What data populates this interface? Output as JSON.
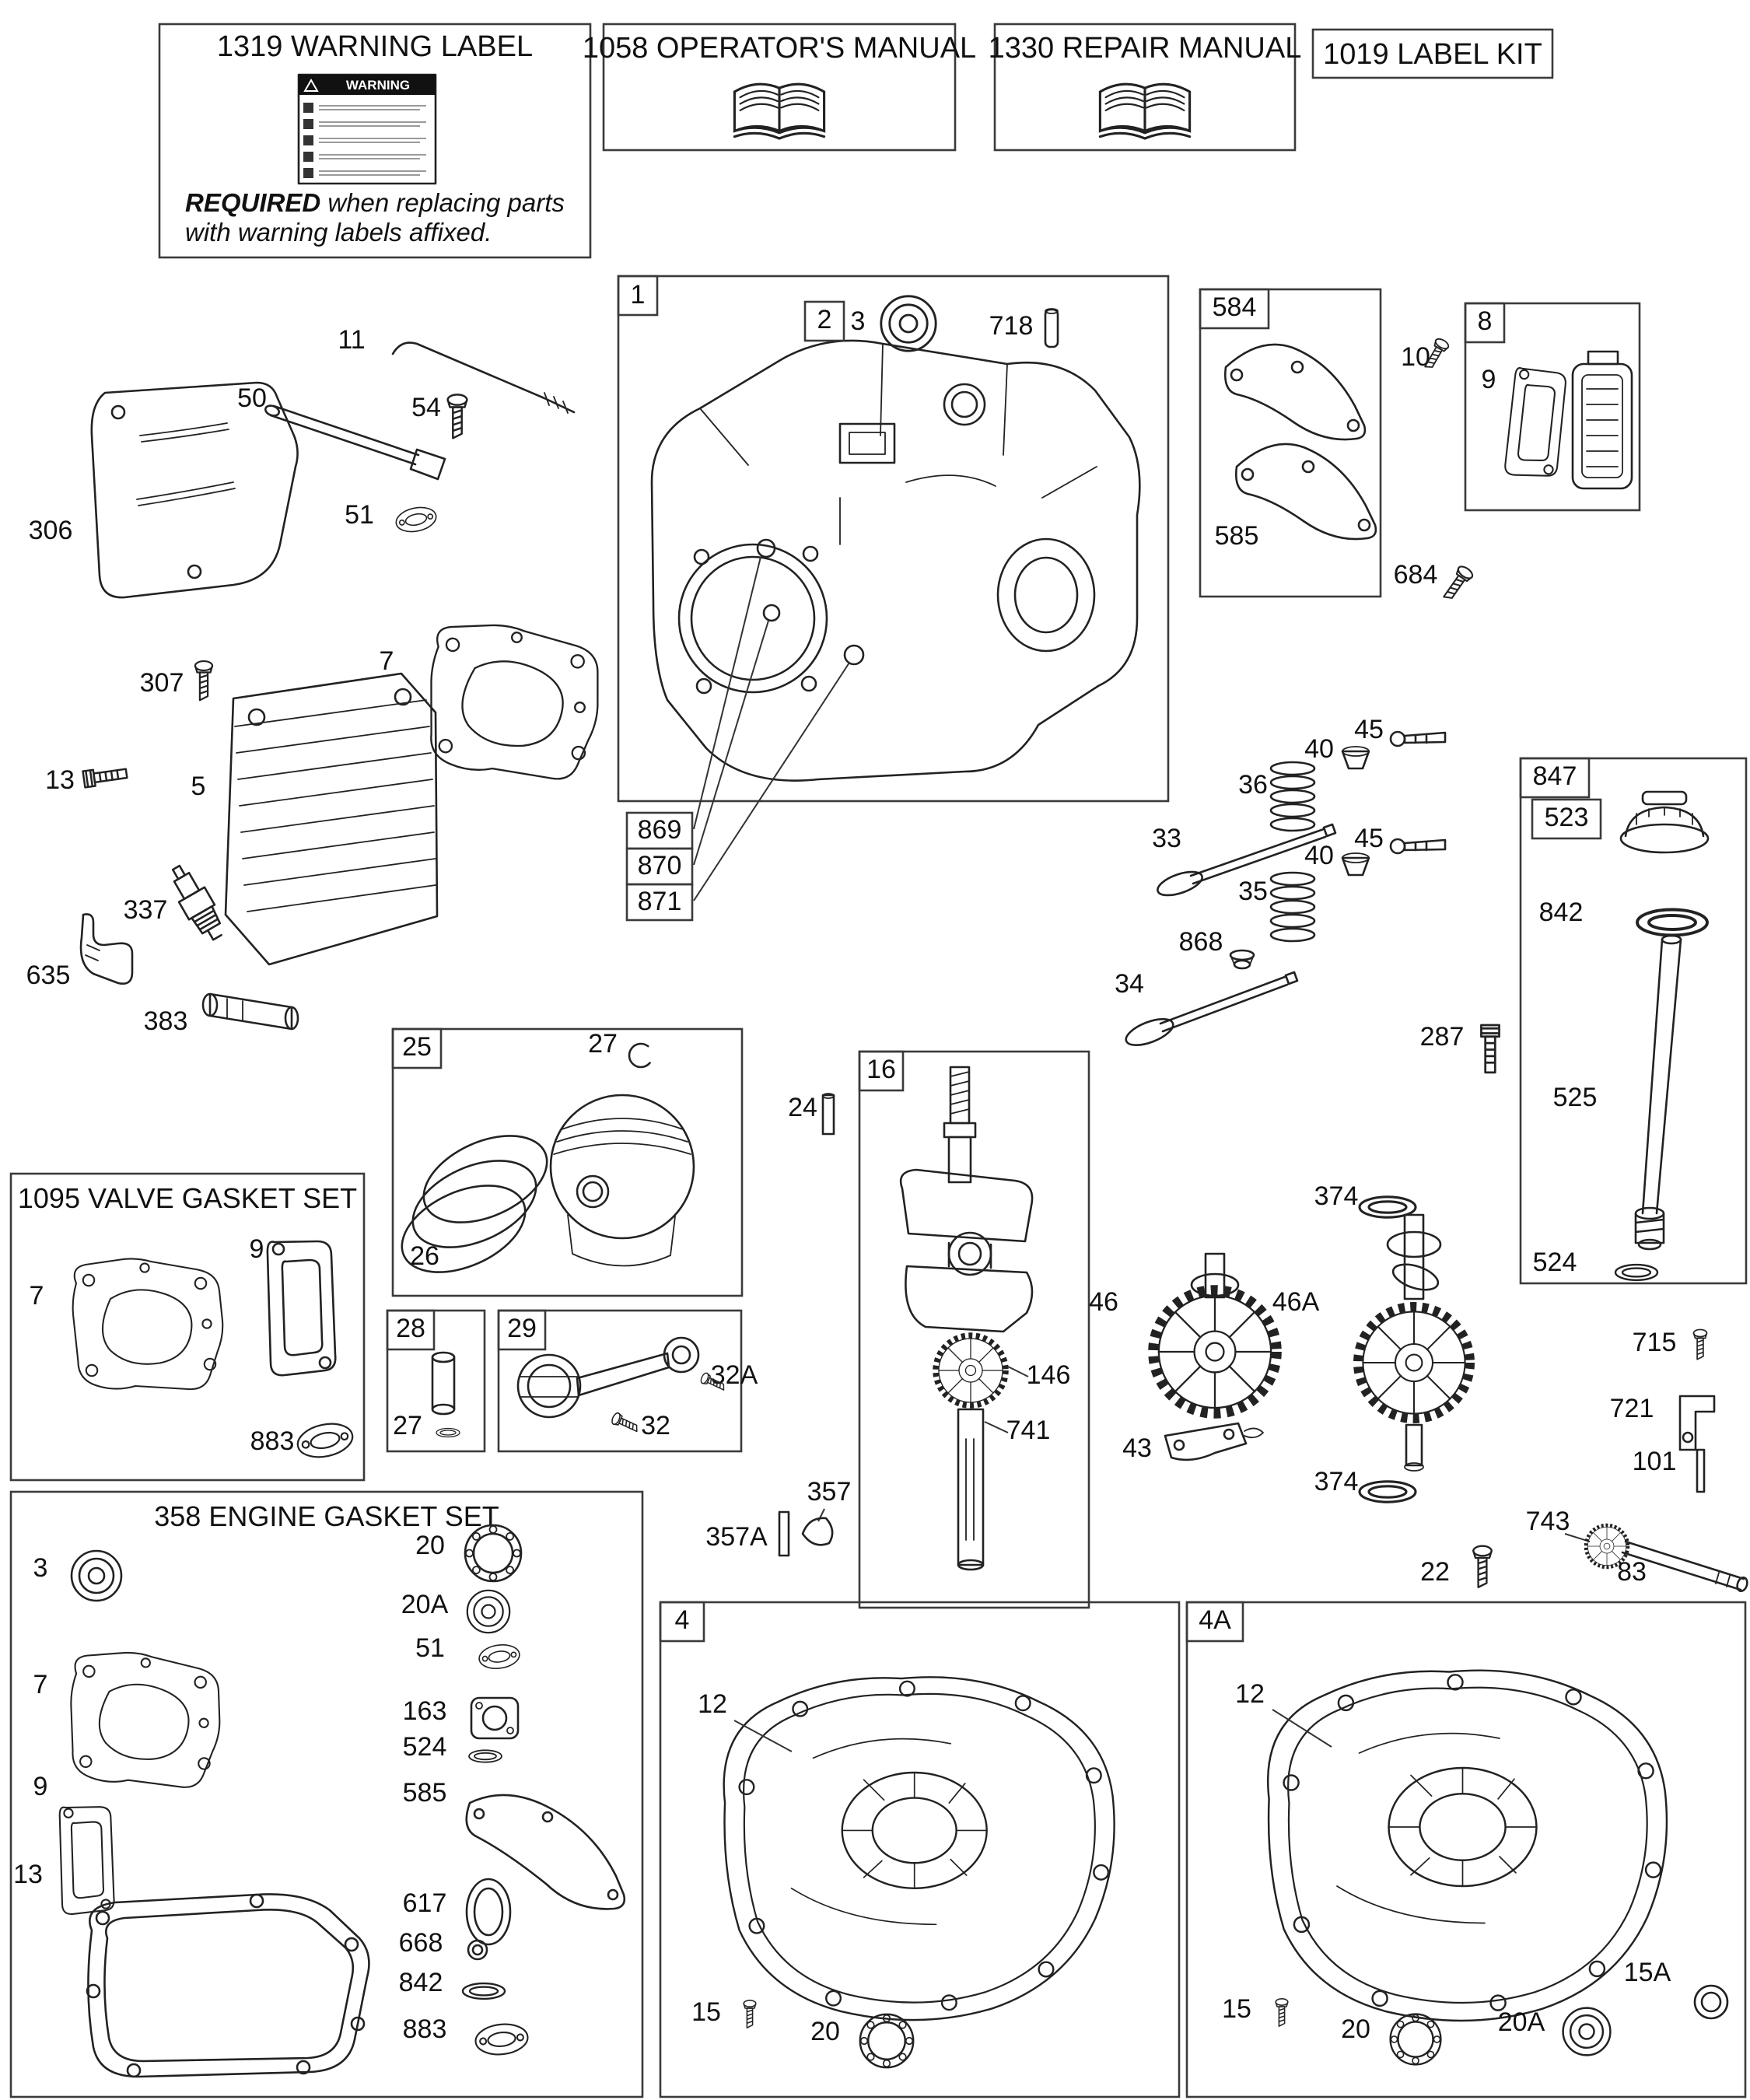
{
  "kits": {
    "warning_label": {
      "title": "1319 WARNING LABEL",
      "sticker_header": "WARNING",
      "note_bold": "REQUIRED",
      "note_rest": " when replacing parts",
      "note_line2": "with warning labels affixed."
    },
    "operators_manual": {
      "title": "1058 OPERATOR'S MANUAL"
    },
    "repair_manual": {
      "title": "1330 REPAIR MANUAL"
    },
    "label_kit": {
      "title": "1019 LABEL KIT"
    }
  },
  "groups": {
    "valve_gasket_set_title": "1095 VALVE GASKET SET",
    "engine_gasket_set_title": "358 ENGINE GASKET SET"
  },
  "callouts": {
    "n1": "1",
    "n2": "2",
    "n3": "3",
    "n4": "4",
    "n4A": "4A",
    "n5": "5",
    "n7": "7",
    "n8": "8",
    "n9": "9",
    "n10": "10",
    "n11": "11",
    "n12": "12",
    "n13": "13",
    "n15": "15",
    "n15A": "15A",
    "n16": "16",
    "n20": "20",
    "n20A": "20A",
    "n22": "22",
    "n24": "24",
    "n25": "25",
    "n26": "26",
    "n27": "27",
    "n28": "28",
    "n29": "29",
    "n32": "32",
    "n32A": "32A",
    "n33": "33",
    "n34": "34",
    "n35": "35",
    "n36": "36",
    "n40": "40",
    "n43": "43",
    "n45": "45",
    "n46": "46",
    "n46A": "46A",
    "n50": "50",
    "n51": "51",
    "n54": "54",
    "n83": "83",
    "n101": "101",
    "n146": "146",
    "n163": "163",
    "n287": "287",
    "n306": "306",
    "n307": "307",
    "n337": "337",
    "n357": "357",
    "n357A": "357A",
    "n374": "374",
    "n383": "383",
    "n523": "523",
    "n524": "524",
    "n525": "525",
    "n584": "584",
    "n585": "585",
    "n617": "617",
    "n635": "635",
    "n668": "668",
    "n684": "684",
    "n715": "715",
    "n718": "718",
    "n721": "721",
    "n741": "741",
    "n743": "743",
    "n842": "842",
    "n847": "847",
    "n868": "868",
    "n869": "869",
    "n870": "870",
    "n871": "871",
    "n883": "883"
  }
}
